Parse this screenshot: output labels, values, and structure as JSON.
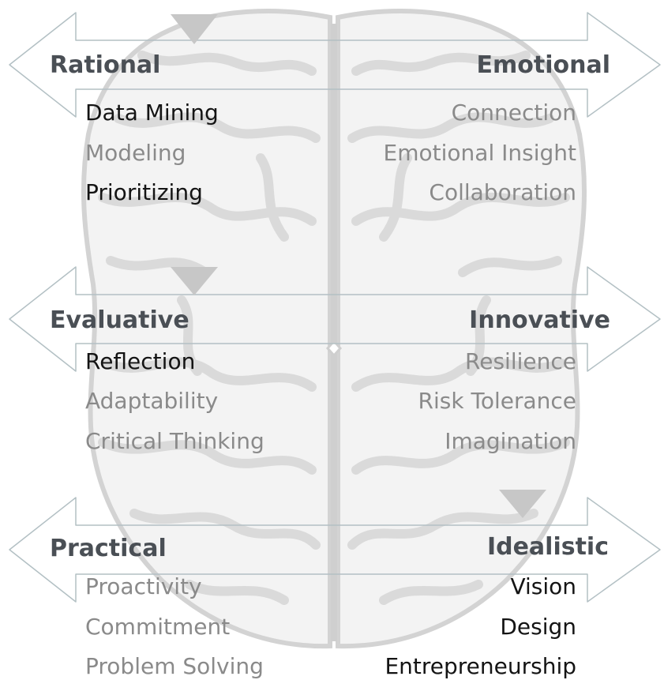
{
  "colors": {
    "heading": "#4a4f55",
    "item_dark": "#141414",
    "item_light": "#8a8a8a",
    "arrow_stroke": "#b3c0c4",
    "brain": "#d3d3d3",
    "marker": "#c7c7c7"
  },
  "rows": [
    {
      "left": {
        "heading": "Rational",
        "items": [
          {
            "text": "Data Mining",
            "tone": "dark"
          },
          {
            "text": "Modeling",
            "tone": "light"
          },
          {
            "text": "Prioritizing",
            "tone": "dark"
          }
        ]
      },
      "right": {
        "heading": "Emotional",
        "items": [
          {
            "text": "Connection",
            "tone": "light"
          },
          {
            "text": "Emotional Insight",
            "tone": "light"
          },
          {
            "text": "Collaboration",
            "tone": "light"
          }
        ]
      }
    },
    {
      "left": {
        "heading": "Evaluative",
        "items": [
          {
            "text": "Reflection",
            "tone": "dark"
          },
          {
            "text": "Adaptability",
            "tone": "light"
          },
          {
            "text": "Critical Thinking",
            "tone": "light"
          }
        ]
      },
      "right": {
        "heading": "Innovative",
        "items": [
          {
            "text": "Resilience",
            "tone": "light"
          },
          {
            "text": "Risk Tolerance",
            "tone": "light"
          },
          {
            "text": "Imagination",
            "tone": "light"
          }
        ]
      }
    },
    {
      "left": {
        "heading": "Practical",
        "items": [
          {
            "text": "Proactivity",
            "tone": "light"
          },
          {
            "text": "Commitment",
            "tone": "light"
          },
          {
            "text": "Problem Solving",
            "tone": "light"
          }
        ]
      },
      "right": {
        "heading": "Idealistic",
        "items": [
          {
            "text": "Vision",
            "tone": "dark"
          },
          {
            "text": "Design",
            "tone": "dark"
          },
          {
            "text": "Entrepreneurship",
            "tone": "dark"
          }
        ]
      }
    }
  ]
}
